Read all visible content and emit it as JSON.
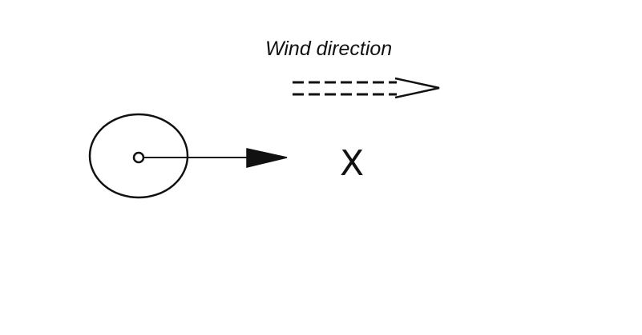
{
  "diagram": {
    "wind_label": "Wind direction",
    "target_label": "X",
    "elements": [
      "source-circle",
      "source-center-point",
      "trajectory-arrow",
      "wind-direction-arrow",
      "target-marker"
    ],
    "colors": {
      "ink": "#111111",
      "background": "#ffffff"
    }
  }
}
